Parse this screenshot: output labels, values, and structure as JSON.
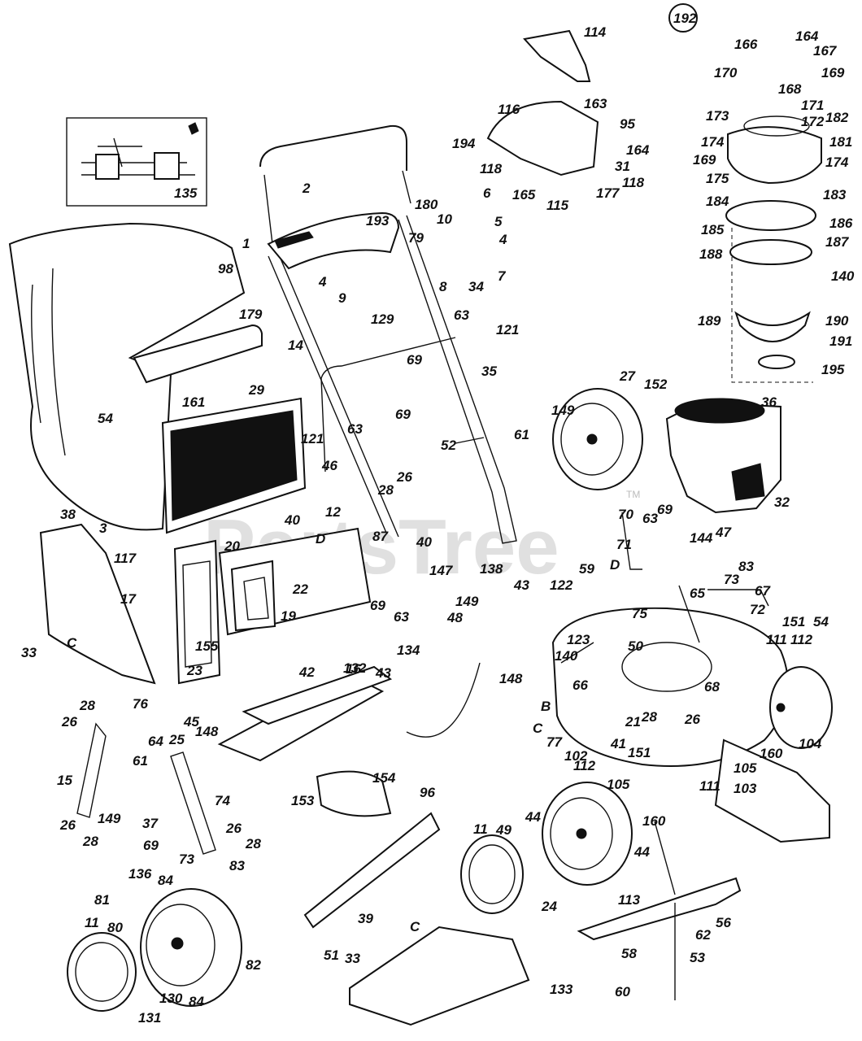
{
  "watermark": {
    "text": "PartsTree",
    "tm": "TM"
  },
  "callouts": [
    {
      "id": "lbl-192",
      "text": "192"
    },
    {
      "id": "lbl-166",
      "text": "166"
    },
    {
      "id": "lbl-164a",
      "text": "164"
    },
    {
      "id": "lbl-167",
      "text": "167"
    },
    {
      "id": "lbl-169a",
      "text": "169"
    },
    {
      "id": "lbl-168",
      "text": "168"
    },
    {
      "id": "lbl-170",
      "text": "170"
    },
    {
      "id": "lbl-171",
      "text": "171"
    },
    {
      "id": "lbl-173",
      "text": "173"
    },
    {
      "id": "lbl-172",
      "text": "172"
    },
    {
      "id": "lbl-182",
      "text": "182"
    },
    {
      "id": "lbl-181",
      "text": "181"
    },
    {
      "id": "lbl-174a",
      "text": "174"
    },
    {
      "id": "lbl-169b",
      "text": "169"
    },
    {
      "id": "lbl-175",
      "text": "175"
    },
    {
      "id": "lbl-174b",
      "text": "174"
    },
    {
      "id": "lbl-183",
      "text": "183"
    },
    {
      "id": "lbl-184",
      "text": "184"
    },
    {
      "id": "lbl-185",
      "text": "185"
    },
    {
      "id": "lbl-186",
      "text": "186"
    },
    {
      "id": "lbl-187",
      "text": "187"
    },
    {
      "id": "lbl-188",
      "text": "188"
    },
    {
      "id": "lbl-140a",
      "text": "140"
    },
    {
      "id": "lbl-189",
      "text": "189"
    },
    {
      "id": "lbl-190",
      "text": "190"
    },
    {
      "id": "lbl-191",
      "text": "191"
    },
    {
      "id": "lbl-195",
      "text": "195"
    },
    {
      "id": "lbl-114",
      "text": "114"
    },
    {
      "id": "lbl-163",
      "text": "163"
    },
    {
      "id": "lbl-95",
      "text": "95"
    },
    {
      "id": "lbl-116",
      "text": "116"
    },
    {
      "id": "lbl-164b",
      "text": "164"
    },
    {
      "id": "lbl-194",
      "text": "194"
    },
    {
      "id": "lbl-31",
      "text": "31"
    },
    {
      "id": "lbl-118a",
      "text": "118"
    },
    {
      "id": "lbl-118b",
      "text": "118"
    },
    {
      "id": "lbl-165",
      "text": "165"
    },
    {
      "id": "lbl-115",
      "text": "115"
    },
    {
      "id": "lbl-177",
      "text": "177"
    },
    {
      "id": "lbl-135",
      "text": "135"
    },
    {
      "id": "lbl-2",
      "text": "2"
    },
    {
      "id": "lbl-180",
      "text": "180"
    },
    {
      "id": "lbl-6",
      "text": "6"
    },
    {
      "id": "lbl-193",
      "text": "193"
    },
    {
      "id": "lbl-10",
      "text": "10"
    },
    {
      "id": "lbl-5",
      "text": "5"
    },
    {
      "id": "lbl-79",
      "text": "79"
    },
    {
      "id": "lbl-4a",
      "text": "4"
    },
    {
      "id": "lbl-1",
      "text": "1"
    },
    {
      "id": "lbl-7",
      "text": "7"
    },
    {
      "id": "lbl-34",
      "text": "34"
    },
    {
      "id": "lbl-8",
      "text": "8"
    },
    {
      "id": "lbl-4b",
      "text": "4"
    },
    {
      "id": "lbl-9",
      "text": "9"
    },
    {
      "id": "lbl-129",
      "text": "129"
    },
    {
      "id": "lbl-98",
      "text": "98"
    },
    {
      "id": "lbl-179",
      "text": "179"
    },
    {
      "id": "lbl-63a",
      "text": "63"
    },
    {
      "id": "lbl-121a",
      "text": "121"
    },
    {
      "id": "lbl-14",
      "text": "14"
    },
    {
      "id": "lbl-69a",
      "text": "69"
    },
    {
      "id": "lbl-35",
      "text": "35"
    },
    {
      "id": "lbl-161",
      "text": "161"
    },
    {
      "id": "lbl-29",
      "text": "29"
    },
    {
      "id": "lbl-54a",
      "text": "54"
    },
    {
      "id": "lbl-121b",
      "text": "121"
    },
    {
      "id": "lbl-63b",
      "text": "63"
    },
    {
      "id": "lbl-69b",
      "text": "69"
    },
    {
      "id": "lbl-52",
      "text": "52"
    },
    {
      "id": "lbl-27",
      "text": "27"
    },
    {
      "id": "lbl-152",
      "text": "152"
    },
    {
      "id": "lbl-149a",
      "text": "149"
    },
    {
      "id": "lbl-61a",
      "text": "61"
    },
    {
      "id": "lbl-36",
      "text": "36"
    },
    {
      "id": "lbl-32",
      "text": "32"
    },
    {
      "id": "lbl-46",
      "text": "46"
    },
    {
      "id": "lbl-26a",
      "text": "26"
    },
    {
      "id": "lbl-28a",
      "text": "28"
    },
    {
      "id": "lbl-38",
      "text": "38"
    },
    {
      "id": "lbl-3",
      "text": "3"
    },
    {
      "id": "lbl-40a",
      "text": "40"
    },
    {
      "id": "lbl-12",
      "text": "12"
    },
    {
      "id": "lbl-D1",
      "text": "D"
    },
    {
      "id": "lbl-87",
      "text": "87"
    },
    {
      "id": "lbl-20",
      "text": "20"
    },
    {
      "id": "lbl-117",
      "text": "117"
    },
    {
      "id": "lbl-40b",
      "text": "40"
    },
    {
      "id": "lbl-22",
      "text": "22"
    },
    {
      "id": "lbl-70",
      "text": "70"
    },
    {
      "id": "lbl-63c",
      "text": "63"
    },
    {
      "id": "lbl-69c",
      "text": "69"
    },
    {
      "id": "lbl-71",
      "text": "71"
    },
    {
      "id": "lbl-D2",
      "text": "D"
    },
    {
      "id": "lbl-144",
      "text": "144"
    },
    {
      "id": "lbl-47",
      "text": "47"
    },
    {
      "id": "lbl-83a",
      "text": "83"
    },
    {
      "id": "lbl-17",
      "text": "17"
    },
    {
      "id": "lbl-19",
      "text": "19"
    },
    {
      "id": "lbl-69d",
      "text": "69"
    },
    {
      "id": "lbl-63d",
      "text": "63"
    },
    {
      "id": "lbl-147",
      "text": "147"
    },
    {
      "id": "lbl-138",
      "text": "138"
    },
    {
      "id": "lbl-43a",
      "text": "43"
    },
    {
      "id": "lbl-59",
      "text": "59"
    },
    {
      "id": "lbl-122",
      "text": "122"
    },
    {
      "id": "lbl-65",
      "text": "65"
    },
    {
      "id": "lbl-73a",
      "text": "73"
    },
    {
      "id": "lbl-67",
      "text": "67"
    },
    {
      "id": "lbl-72",
      "text": "72"
    },
    {
      "id": "lbl-75",
      "text": "75"
    },
    {
      "id": "lbl-C1",
      "text": "C"
    },
    {
      "id": "lbl-33a",
      "text": "33"
    },
    {
      "id": "lbl-155",
      "text": "155"
    },
    {
      "id": "lbl-23",
      "text": "23"
    },
    {
      "id": "lbl-16",
      "text": "16"
    },
    {
      "id": "lbl-48",
      "text": "48"
    },
    {
      "id": "lbl-149b",
      "text": "149"
    },
    {
      "id": "lbl-134",
      "text": "134"
    },
    {
      "id": "lbl-123",
      "text": "123"
    },
    {
      "id": "lbl-140b",
      "text": "140"
    },
    {
      "id": "lbl-148a",
      "text": "148"
    },
    {
      "id": "lbl-50",
      "text": "50"
    },
    {
      "id": "lbl-151",
      "text": "151"
    },
    {
      "id": "lbl-111a",
      "text": "111"
    },
    {
      "id": "lbl-112a",
      "text": "112"
    },
    {
      "id": "lbl-54b",
      "text": "54"
    },
    {
      "id": "lbl-132",
      "text": "132"
    },
    {
      "id": "lbl-43b",
      "text": "43"
    },
    {
      "id": "lbl-42",
      "text": "42"
    },
    {
      "id": "lbl-66",
      "text": "66"
    },
    {
      "id": "lbl-68",
      "text": "68"
    },
    {
      "id": "lbl-B",
      "text": "B"
    },
    {
      "id": "lbl-28b",
      "text": "28"
    },
    {
      "id": "lbl-21",
      "text": "21"
    },
    {
      "id": "lbl-26b",
      "text": "26"
    },
    {
      "id": "lbl-28c",
      "text": "28"
    },
    {
      "id": "lbl-76",
      "text": "76"
    },
    {
      "id": "lbl-26c",
      "text": "26"
    },
    {
      "id": "lbl-C2",
      "text": "C"
    },
    {
      "id": "lbl-77",
      "text": "77"
    },
    {
      "id": "lbl-102",
      "text": "102"
    },
    {
      "id": "lbl-41",
      "text": "41"
    },
    {
      "id": "lbl-151b",
      "text": "151"
    },
    {
      "id": "lbl-160a",
      "text": "160"
    },
    {
      "id": "lbl-104",
      "text": "104"
    },
    {
      "id": "lbl-105a",
      "text": "105"
    },
    {
      "id": "lbl-103",
      "text": "103"
    },
    {
      "id": "lbl-111b",
      "text": "111"
    },
    {
      "id": "lbl-45",
      "text": "45"
    },
    {
      "id": "lbl-148b",
      "text": "148"
    },
    {
      "id": "lbl-25",
      "text": "25"
    },
    {
      "id": "lbl-64",
      "text": "64"
    },
    {
      "id": "lbl-61b",
      "text": "61"
    },
    {
      "id": "lbl-15",
      "text": "15"
    },
    {
      "id": "lbl-74",
      "text": "74"
    },
    {
      "id": "lbl-153",
      "text": "153"
    },
    {
      "id": "lbl-154",
      "text": "154"
    },
    {
      "id": "lbl-96",
      "text": "96"
    },
    {
      "id": "lbl-112b",
      "text": "112"
    },
    {
      "id": "lbl-105b",
      "text": "105"
    },
    {
      "id": "lbl-160b",
      "text": "160"
    },
    {
      "id": "lbl-149c",
      "text": "149"
    },
    {
      "id": "lbl-37",
      "text": "37"
    },
    {
      "id": "lbl-26d",
      "text": "26"
    },
    {
      "id": "lbl-28d",
      "text": "28"
    },
    {
      "id": "lbl-69e",
      "text": "69"
    },
    {
      "id": "lbl-73b",
      "text": "73"
    },
    {
      "id": "lbl-26e",
      "text": "26"
    },
    {
      "id": "lbl-28e",
      "text": "28"
    },
    {
      "id": "lbl-83b",
      "text": "83"
    },
    {
      "id": "lbl-44a",
      "text": "44"
    },
    {
      "id": "lbl-11a",
      "text": "11"
    },
    {
      "id": "lbl-49",
      "text": "49"
    },
    {
      "id": "lbl-44b",
      "text": "44"
    },
    {
      "id": "lbl-136",
      "text": "136"
    },
    {
      "id": "lbl-84a",
      "text": "84"
    },
    {
      "id": "lbl-81",
      "text": "81"
    },
    {
      "id": "lbl-11b",
      "text": "11"
    },
    {
      "id": "lbl-80",
      "text": "80"
    },
    {
      "id": "lbl-82",
      "text": "82"
    },
    {
      "id": "lbl-51",
      "text": "51"
    },
    {
      "id": "lbl-39",
      "text": "39"
    },
    {
      "id": "lbl-113",
      "text": "113"
    },
    {
      "id": "lbl-24",
      "text": "24"
    },
    {
      "id": "lbl-56",
      "text": "56"
    },
    {
      "id": "lbl-62",
      "text": "62"
    },
    {
      "id": "lbl-53",
      "text": "53"
    },
    {
      "id": "lbl-58",
      "text": "58"
    },
    {
      "id": "lbl-60",
      "text": "60"
    },
    {
      "id": "lbl-C3",
      "text": "C"
    },
    {
      "id": "lbl-33b",
      "text": "33"
    },
    {
      "id": "lbl-133",
      "text": "133"
    },
    {
      "id": "lbl-131",
      "text": "131"
    },
    {
      "id": "lbl-130",
      "text": "130"
    },
    {
      "id": "lbl-84b",
      "text": "84"
    }
  ]
}
